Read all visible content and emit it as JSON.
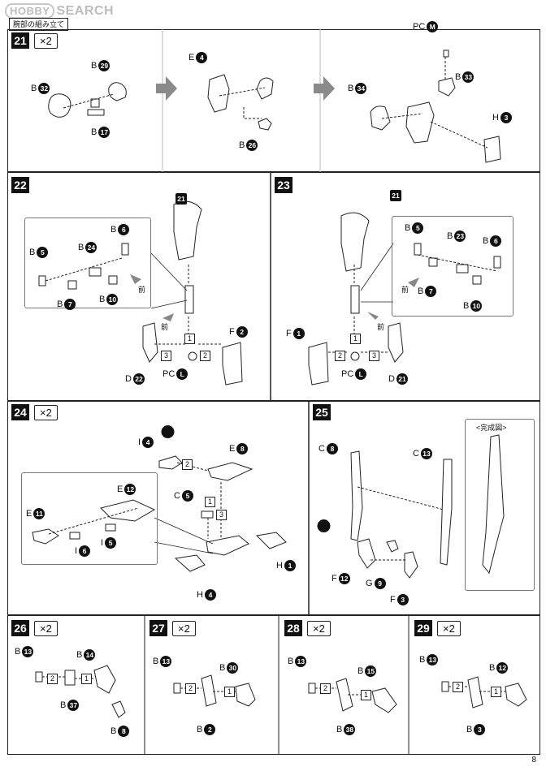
{
  "watermark": {
    "logo": "HOBBY",
    "text": "SEARCH"
  },
  "section_title": "腕部の組み立て",
  "times_label": "×2",
  "steps": {
    "s21": {
      "num": "21"
    },
    "s22": {
      "num": "22"
    },
    "s23": {
      "num": "23"
    },
    "s24": {
      "num": "24"
    },
    "s25": {
      "num": "25",
      "complete": "<完成図>"
    },
    "s26": {
      "num": "26"
    },
    "s27": {
      "num": "27"
    },
    "s28": {
      "num": "28"
    },
    "s29": {
      "num": "29"
    }
  },
  "labels": {
    "s21a": [
      {
        "t": "B",
        "n": "29"
      },
      {
        "t": "B",
        "n": "32"
      },
      {
        "t": "B",
        "n": "17"
      }
    ],
    "s21b": [
      {
        "t": "E",
        "n": "4"
      },
      {
        "t": "B",
        "n": "26"
      }
    ],
    "s21c": [
      {
        "t": "PC",
        "n": "M"
      },
      {
        "t": "B",
        "n": "33"
      },
      {
        "t": "B",
        "n": "34"
      },
      {
        "t": "H",
        "n": "3"
      }
    ],
    "s22": [
      {
        "t": "",
        "n": "21"
      },
      {
        "t": "B",
        "n": "6"
      },
      {
        "t": "B",
        "n": "24"
      },
      {
        "t": "B",
        "n": "5"
      },
      {
        "t": "B",
        "n": "7"
      },
      {
        "t": "B",
        "n": "10"
      },
      {
        "t": "F",
        "n": "2"
      },
      {
        "t": "D",
        "n": "22"
      },
      {
        "t": "PC",
        "n": "L"
      }
    ],
    "s23": [
      {
        "t": "",
        "n": "21"
      },
      {
        "t": "B",
        "n": "5"
      },
      {
        "t": "B",
        "n": "23"
      },
      {
        "t": "B",
        "n": "6"
      },
      {
        "t": "B",
        "n": "7"
      },
      {
        "t": "B",
        "n": "10"
      },
      {
        "t": "F",
        "n": "1"
      },
      {
        "t": "D",
        "n": "21"
      },
      {
        "t": "PC",
        "n": "L"
      }
    ],
    "s24": [
      {
        "t": "I",
        "n": "4"
      },
      {
        "t": "E",
        "n": "8"
      },
      {
        "t": "E",
        "n": "12"
      },
      {
        "t": "C",
        "n": "5"
      },
      {
        "t": "E",
        "n": "11"
      },
      {
        "t": "I",
        "n": "5"
      },
      {
        "t": "I",
        "n": "6"
      },
      {
        "t": "H",
        "n": "1"
      },
      {
        "t": "H",
        "n": "4"
      }
    ],
    "s25": [
      {
        "t": "C",
        "n": "8"
      },
      {
        "t": "C",
        "n": "13"
      },
      {
        "t": "F",
        "n": "12"
      },
      {
        "t": "G",
        "n": "9"
      },
      {
        "t": "F",
        "n": "3"
      }
    ],
    "s26": [
      {
        "t": "B",
        "n": "13"
      },
      {
        "t": "B",
        "n": "14"
      },
      {
        "t": "B",
        "n": "37"
      },
      {
        "t": "B",
        "n": "8"
      }
    ],
    "s27": [
      {
        "t": "B",
        "n": "13"
      },
      {
        "t": "B",
        "n": "30"
      },
      {
        "t": "B",
        "n": "2"
      }
    ],
    "s28": [
      {
        "t": "B",
        "n": "13"
      },
      {
        "t": "B",
        "n": "15"
      },
      {
        "t": "B",
        "n": "38"
      }
    ],
    "s29": [
      {
        "t": "B",
        "n": "13"
      },
      {
        "t": "B",
        "n": "12"
      },
      {
        "t": "B",
        "n": "3"
      }
    ]
  },
  "front_label": "前",
  "order_marks": [
    "1",
    "2",
    "3"
  ],
  "page_number": "8"
}
